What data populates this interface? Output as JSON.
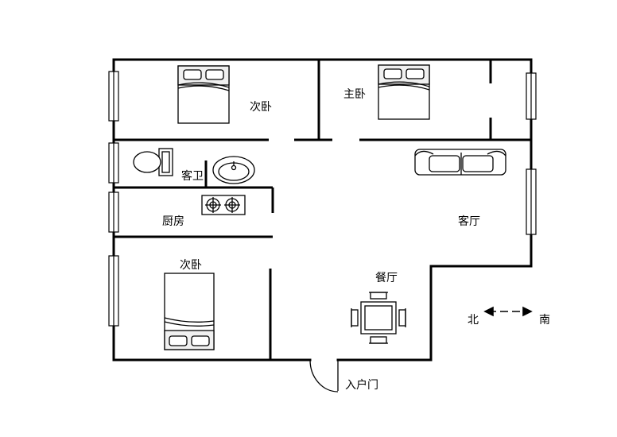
{
  "rooms": {
    "second_bedroom_top": "次卧",
    "master_bedroom": "主卧",
    "guest_bathroom": "客卫",
    "kitchen": "厨房",
    "living_room": "客厅",
    "second_bedroom_bottom": "次卧",
    "dining_room": "餐厅"
  },
  "entrance": "入户门",
  "compass": {
    "north": "北",
    "south": "南"
  },
  "colors": {
    "wall": "#000000",
    "background": "#ffffff",
    "furniture_fill": "#ffffff"
  }
}
